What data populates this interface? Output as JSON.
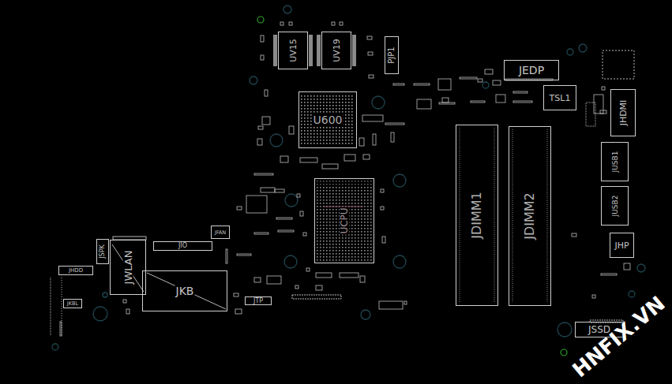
{
  "diagram": {
    "nodes": [
      {
        "text": [
          "UV15"
        ]
      },
      {
        "text": [
          "UV19"
        ]
      },
      {
        "text": [
          "PJP1"
        ]
      },
      {
        "text": [
          "U600"
        ]
      },
      {
        "text": [
          "JEDP"
        ]
      },
      {
        "text": [
          "TSL1"
        ]
      },
      {
        "text": [
          "JHDMI"
        ]
      },
      {
        "text": [
          "JUSB1"
        ]
      },
      {
        "text": [
          "JUSB2"
        ]
      },
      {
        "text": [
          "JDIMM1"
        ]
      },
      {
        "text": [
          "JDIMM2"
        ]
      },
      {
        "text": [
          "JHP"
        ]
      },
      {
        "text": [
          "UCPU"
        ]
      },
      {
        "text": [
          "JIO"
        ]
      },
      {
        "text": [
          "JFAN"
        ]
      },
      {
        "text": [
          "JSPK"
        ]
      },
      {
        "text": [
          "JWLAN"
        ]
      },
      {
        "text": [
          "JKB"
        ]
      },
      {
        "text": [
          "JHDD"
        ]
      },
      {
        "text": [
          "JKBL"
        ]
      },
      {
        "text": [
          "JTP"
        ]
      },
      {
        "text": [
          "JSSD"
        ]
      }
    ],
    "labels": [
      "HNFIX.VN"
    ]
  }
}
